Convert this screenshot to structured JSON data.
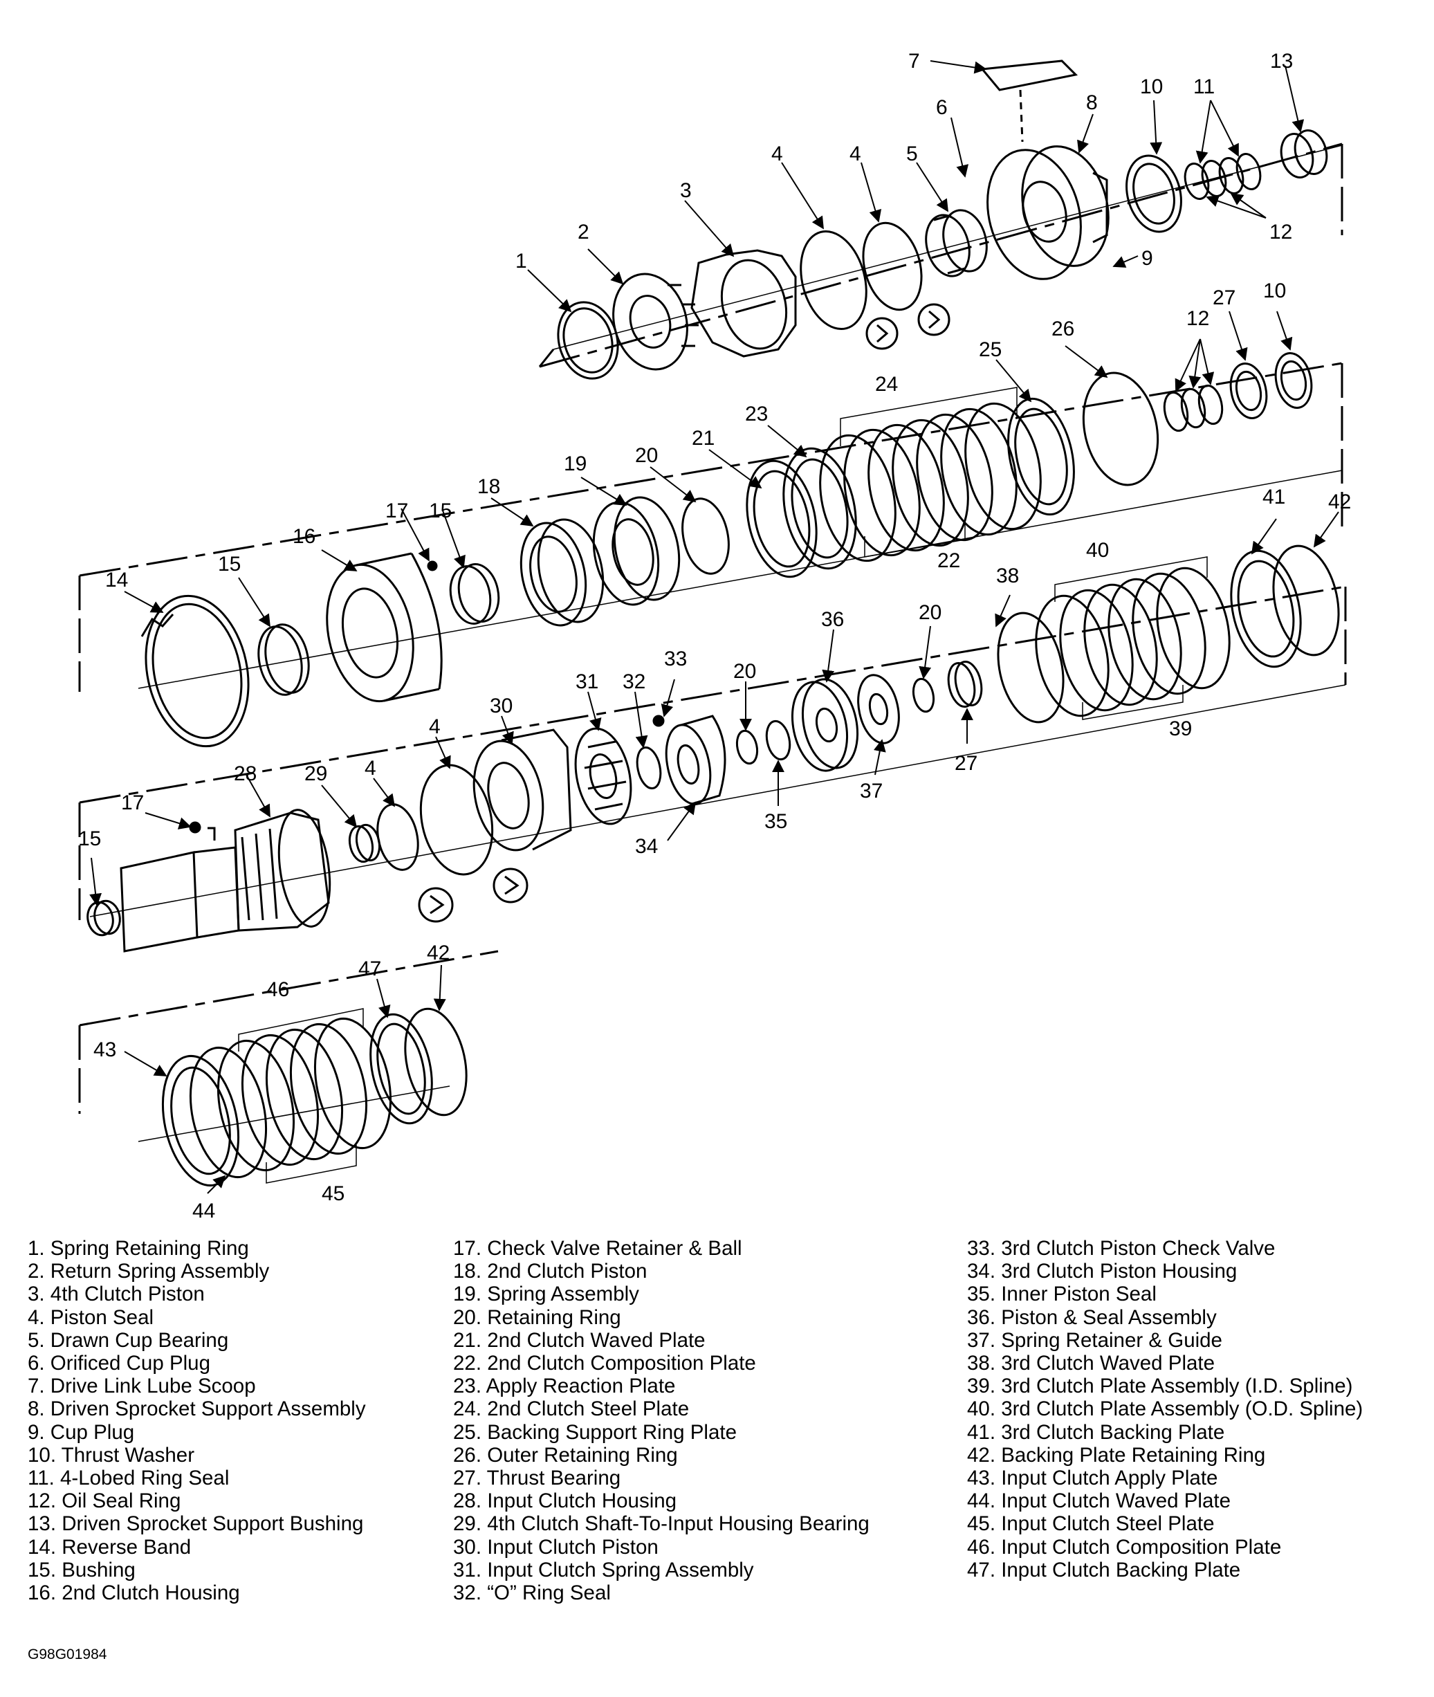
{
  "figure_code": "G98G01984",
  "legend": {
    "col1": [
      "1. Spring Retaining Ring",
      "2. Return Spring Assembly",
      "3. 4th Clutch Piston",
      "4. Piston Seal",
      "5. Drawn Cup Bearing",
      "6. Orificed Cup Plug",
      "7. Drive Link Lube Scoop",
      "8. Driven Sprocket Support Assembly",
      "9. Cup Plug",
      "10. Thrust Washer",
      "11. 4-Lobed Ring Seal",
      "12. Oil Seal Ring",
      "13. Driven Sprocket Support Bushing",
      "14. Reverse Band",
      "15. Bushing",
      "16. 2nd Clutch Housing"
    ],
    "col2": [
      "17. Check Valve Retainer & Ball",
      "18. 2nd Clutch Piston",
      "19. Spring Assembly",
      "20. Retaining Ring",
      "21. 2nd Clutch Waved Plate",
      "22. 2nd Clutch Composition Plate",
      "23. Apply Reaction Plate",
      "24. 2nd Clutch Steel Plate",
      "25. Backing Support Ring Plate",
      "26. Outer Retaining Ring",
      "27. Thrust Bearing",
      "28. Input Clutch Housing",
      "29. 4th Clutch Shaft-To-Input Housing Bearing",
      "30. Input Clutch Piston",
      "31. Input Clutch Spring Assembly",
      "32. “O” Ring Seal"
    ],
    "col3": [
      "33. 3rd Clutch Piston Check Valve",
      "34. 3rd Clutch Piston Housing",
      "35. Inner Piston Seal",
      "36. Piston & Seal Assembly",
      "37. Spring Retainer & Guide",
      "38. 3rd Clutch Waved Plate",
      "39. 3rd Clutch Plate Assembly (I.D. Spline)",
      "40. 3rd Clutch Plate Assembly (O.D. Spline)",
      "41. 3rd Clutch Backing Plate",
      "42. Backing Plate Retaining Ring",
      "43. Input Clutch Apply Plate",
      "44. Input Clutch Waved Plate",
      "45. Input Clutch Steel Plate",
      "46. Input Clutch Composition Plate",
      "47. Input Clutch Backing Plate"
    ]
  },
  "callouts": [
    {
      "id": "c7",
      "text": "7"
    },
    {
      "id": "c13",
      "text": "13"
    },
    {
      "id": "c10a",
      "text": "10"
    },
    {
      "id": "c11",
      "text": "11"
    },
    {
      "id": "c8",
      "text": "8"
    },
    {
      "id": "c6",
      "text": "6"
    },
    {
      "id": "c4a",
      "text": "4"
    },
    {
      "id": "c4b",
      "text": "4"
    },
    {
      "id": "c5",
      "text": "5"
    },
    {
      "id": "c3",
      "text": "3"
    },
    {
      "id": "c12a",
      "text": "12"
    },
    {
      "id": "c9",
      "text": "9"
    },
    {
      "id": "c2",
      "text": "2"
    },
    {
      "id": "c1",
      "text": "1"
    },
    {
      "id": "c27a",
      "text": "27"
    },
    {
      "id": "c10b",
      "text": "10"
    },
    {
      "id": "c12b",
      "text": "12"
    },
    {
      "id": "c26",
      "text": "26"
    },
    {
      "id": "c25",
      "text": "25"
    },
    {
      "id": "c24",
      "text": "24"
    },
    {
      "id": "c23",
      "text": "23"
    },
    {
      "id": "c21",
      "text": "21"
    },
    {
      "id": "c20a",
      "text": "20"
    },
    {
      "id": "c19",
      "text": "19"
    },
    {
      "id": "c18",
      "text": "18"
    },
    {
      "id": "c17a",
      "text": "17"
    },
    {
      "id": "c15a",
      "text": "15"
    },
    {
      "id": "c16",
      "text": "16"
    },
    {
      "id": "c15b",
      "text": "15"
    },
    {
      "id": "c14",
      "text": "14"
    },
    {
      "id": "c22",
      "text": "22"
    },
    {
      "id": "c41",
      "text": "41"
    },
    {
      "id": "c42a",
      "text": "42"
    },
    {
      "id": "c40",
      "text": "40"
    },
    {
      "id": "c38",
      "text": "38"
    },
    {
      "id": "c36",
      "text": "36"
    },
    {
      "id": "c20b",
      "text": "20"
    },
    {
      "id": "c33",
      "text": "33"
    },
    {
      "id": "c32",
      "text": "32"
    },
    {
      "id": "c31",
      "text": "31"
    },
    {
      "id": "c30",
      "text": "30"
    },
    {
      "id": "c20c",
      "text": "20"
    },
    {
      "id": "c39",
      "text": "39"
    },
    {
      "id": "c4c",
      "text": "4"
    },
    {
      "id": "c4d",
      "text": "4"
    },
    {
      "id": "c29",
      "text": "29"
    },
    {
      "id": "c28",
      "text": "28"
    },
    {
      "id": "c17b",
      "text": "17"
    },
    {
      "id": "c15c",
      "text": "15"
    },
    {
      "id": "c27b",
      "text": "27"
    },
    {
      "id": "c37",
      "text": "37"
    },
    {
      "id": "c35",
      "text": "35"
    },
    {
      "id": "c34",
      "text": "34"
    },
    {
      "id": "c42b",
      "text": "42"
    },
    {
      "id": "c47",
      "text": "47"
    },
    {
      "id": "c46",
      "text": "46"
    },
    {
      "id": "c43",
      "text": "43"
    },
    {
      "id": "c45",
      "text": "45"
    },
    {
      "id": "c44",
      "text": "44"
    }
  ]
}
